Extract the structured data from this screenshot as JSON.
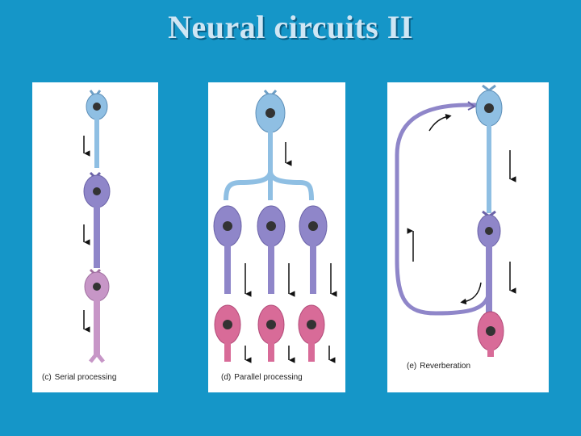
{
  "title": "Neural circuits II",
  "panels": [
    {
      "tag": "(c)",
      "label": "Serial processing"
    },
    {
      "tag": "(d)",
      "label": "Parallel processing"
    },
    {
      "tag": "(e)",
      "label": "Reverberation"
    }
  ],
  "colors": {
    "background": "#1596c8",
    "neuron_blue": "#8fbfe3",
    "neuron_purple": "#8f86c9",
    "neuron_pink": "#d86b98",
    "neuron_mauve": "#c796c7"
  }
}
